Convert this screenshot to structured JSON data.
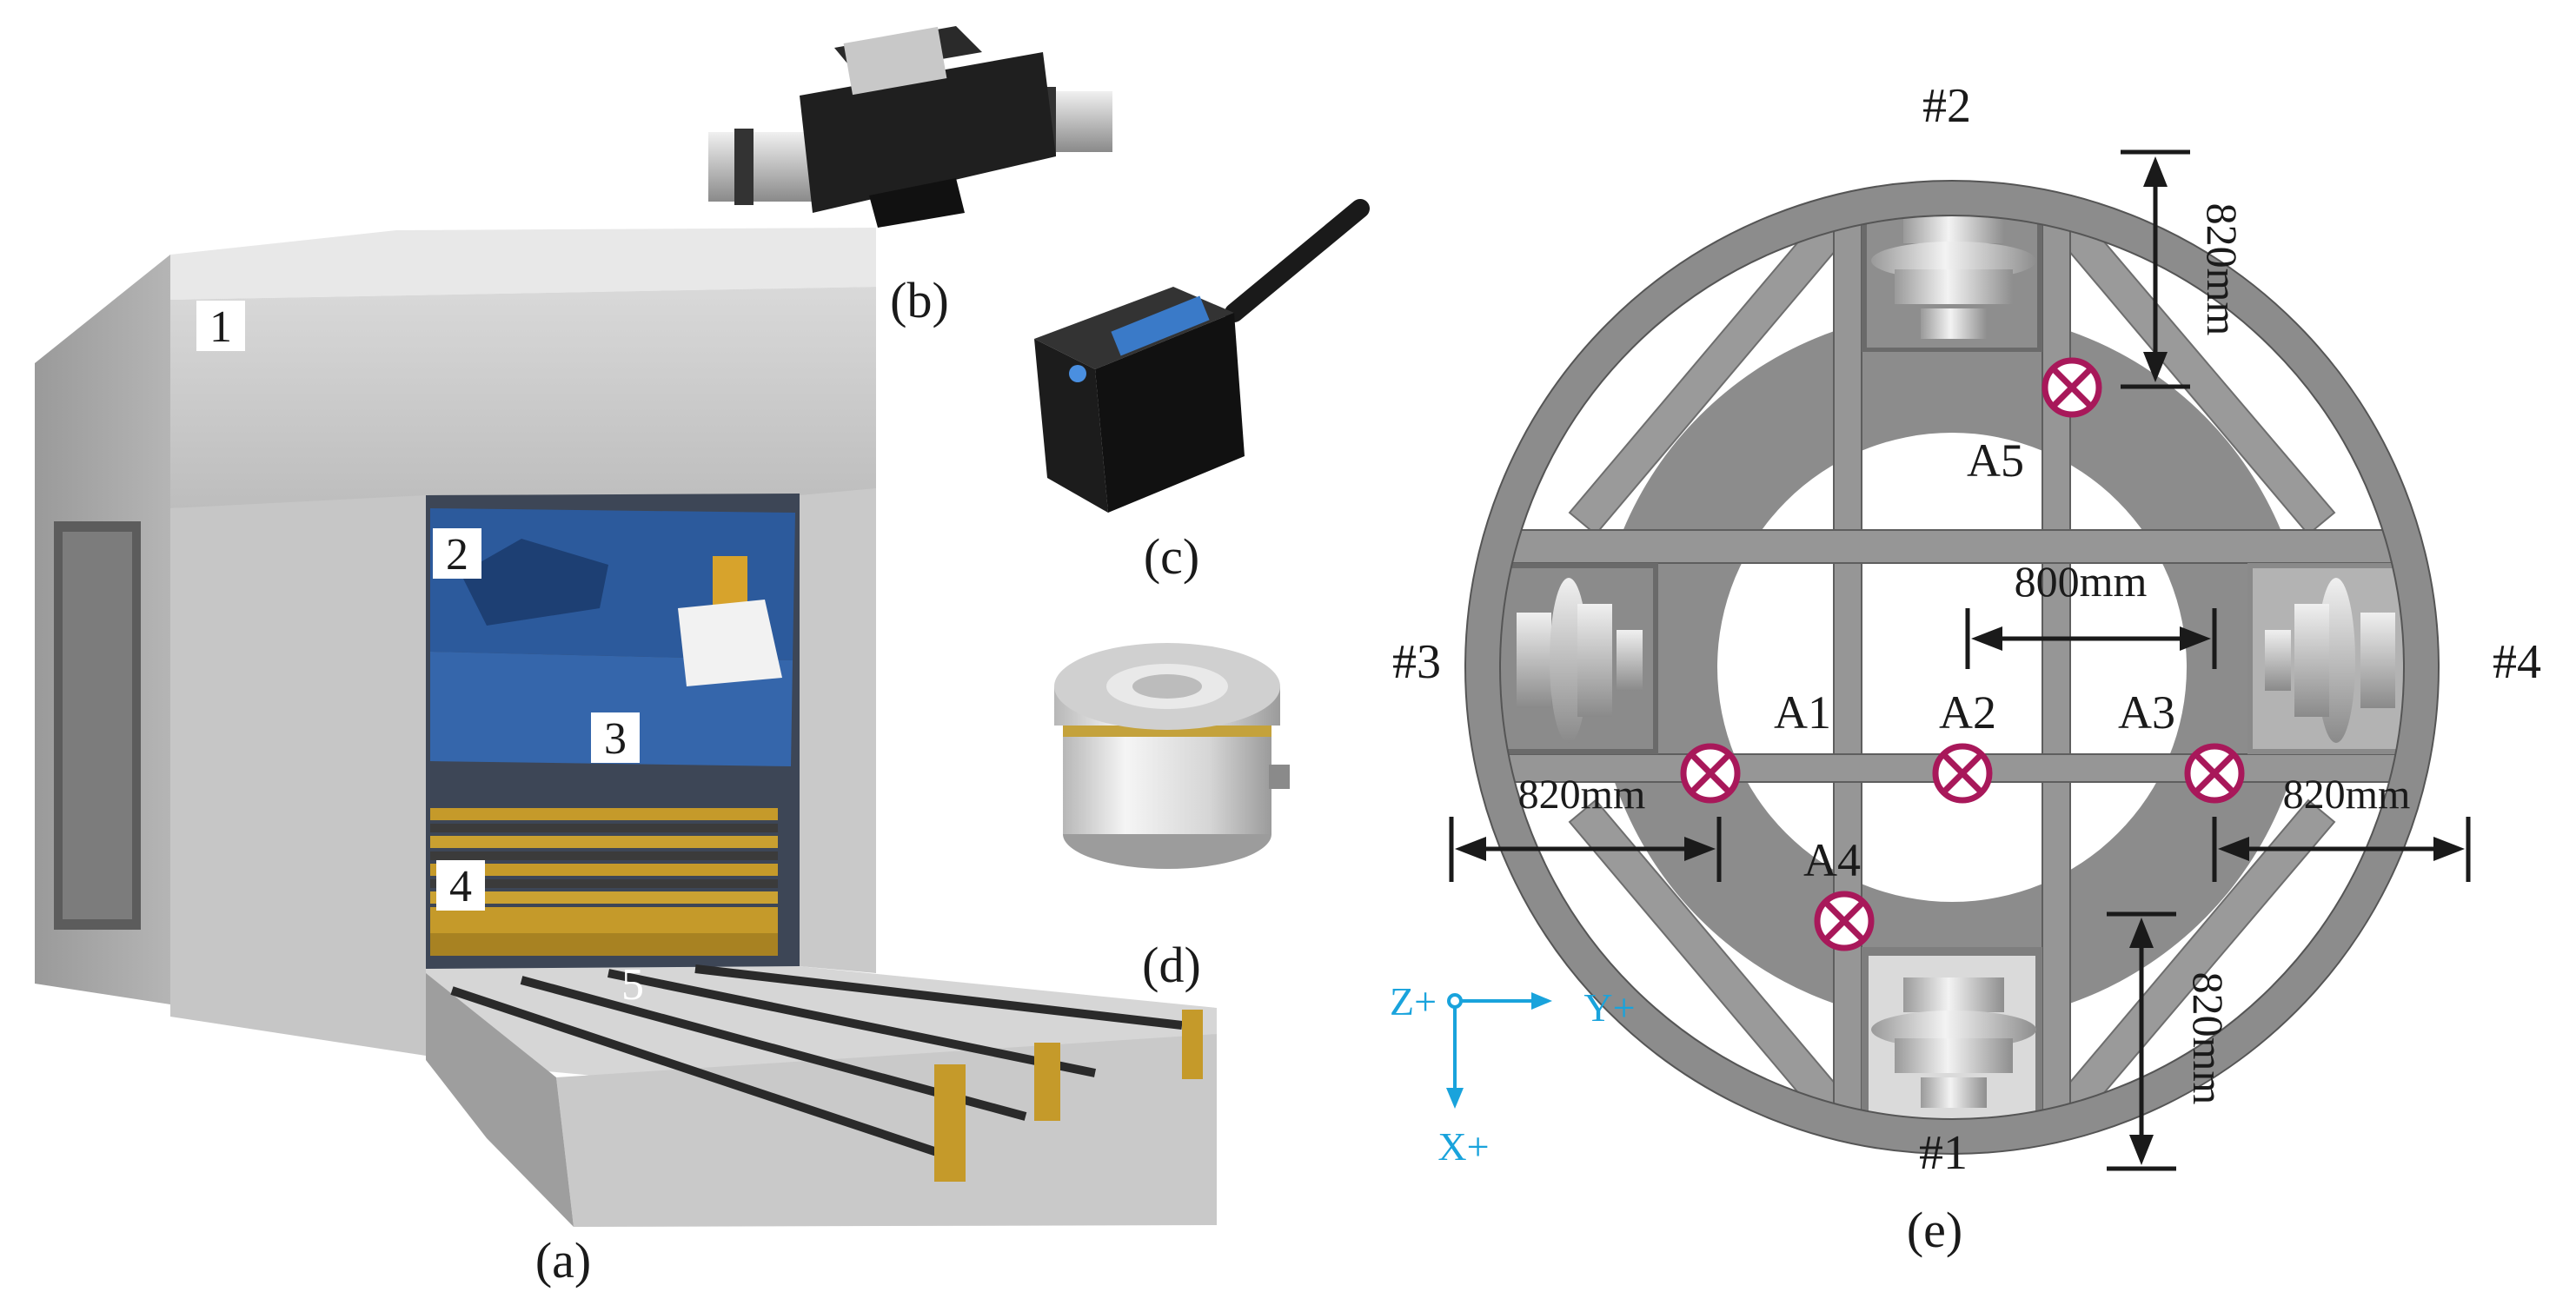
{
  "figure": {
    "panel_labels": {
      "a": "(a)",
      "b": "(b)",
      "c": "(c)",
      "d": "(d)",
      "e": "(e)"
    },
    "apparatus_numbers": [
      "1",
      "2",
      "3",
      "4",
      "5"
    ],
    "schematic": {
      "side_labels": {
        "top": "#2",
        "bottom": "#1",
        "left": "#3",
        "right": "#4"
      },
      "measuring_points": [
        "A1",
        "A2",
        "A3",
        "A4",
        "A5"
      ],
      "dimensions": {
        "top_vertical": "820mm",
        "center_horizontal": "800mm",
        "left_horizontal": "820mm",
        "right_horizontal": "820mm",
        "bottom_vertical": "820mm"
      },
      "axes": {
        "z": "Z+",
        "y": "Y+",
        "x": "X+"
      }
    },
    "colors": {
      "frame_gray": "#8c8c8c",
      "blue_frame": "#2c5a9c",
      "gold_plates": "#c59a2a",
      "marker": "#a8185a",
      "axis_blue": "#19a3dc"
    }
  }
}
